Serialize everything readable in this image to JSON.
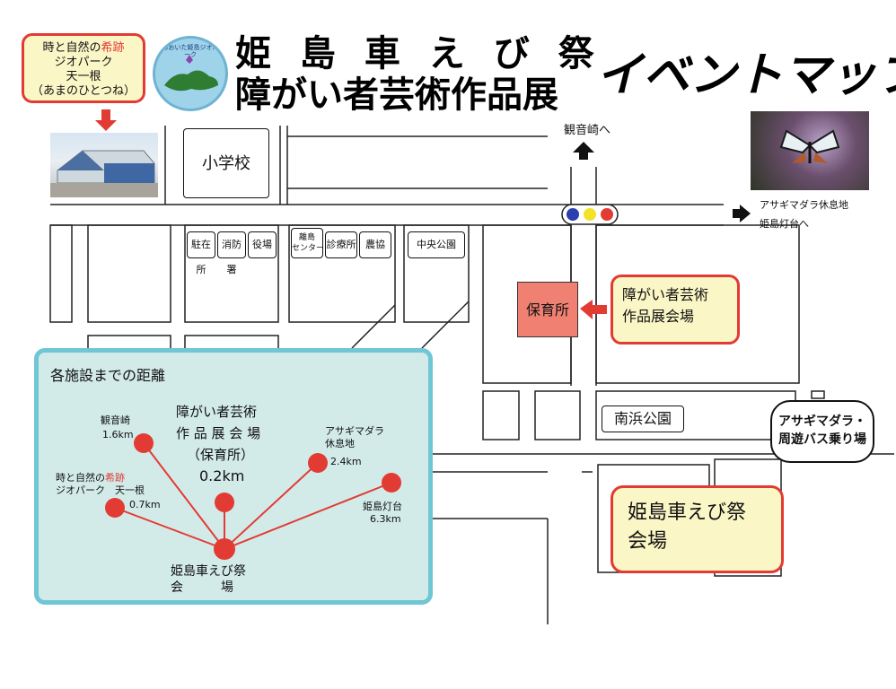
{
  "header": {
    "title_line1": "姫 島 車 え び 祭",
    "title_line2": "障がい者芸術作品展",
    "title_event_map": "イベントマップ",
    "logo_text": "おおいた姫島ジオパーク"
  },
  "callout_top": {
    "line1_pre": "時と自然の",
    "line1_red": "希跡",
    "line2": "ジオパーク",
    "line3": "天一根",
    "line4": "（あまのひとつね）"
  },
  "map": {
    "school": "小学校",
    "kannonzaki_dir": "観音崎へ",
    "asagi_dir": "アサギマダラ休息地",
    "todai_dir": "姫島灯台へ",
    "facilities": [
      "駐在所",
      "消防署",
      "役場"
    ],
    "ritou_center": "離島\nセンター",
    "shinryojo": "診療所",
    "noukyou": "農協",
    "chuo_park": "中央公園",
    "hoikusho": "保育所",
    "art_venue_line1": "障がい者芸術",
    "art_venue_line2": "作品展会場",
    "minami_park": "南浜公園",
    "bus_line1": "アサギマダラ・",
    "bus_line2": "周遊バス乗り場",
    "festival_line1": "姫島車えび祭",
    "festival_line2": "会場"
  },
  "distance_panel": {
    "title": "各施設までの距離",
    "center_line1": "障がい者芸術",
    "center_line2": "作 品 展 会 場",
    "center_line3": "（保育所）",
    "center_dist": "0.2km",
    "kannon_name": "観音崎",
    "kannon_dist": "1.6km",
    "geo_line1_pre": "時と自然の",
    "geo_line1_red": "希跡",
    "geo_line2": "ジオパーク　天一根",
    "geo_dist": "0.7km",
    "asagi_name1": "アサギマダラ",
    "asagi_name2": "休息地",
    "asagi_dist": "2.4km",
    "todai_name": "姫島灯台",
    "todai_dist": "6.3km",
    "origin_line1": "姫島車えび祭",
    "origin_line2": "会　　　場"
  },
  "colors": {
    "accent_red": "#e23b34",
    "callout_bg": "#fbf6c6",
    "panel_bg": "#d2ebe9",
    "panel_border": "#6fc6d4",
    "hoikusho_fill": "#f08072",
    "traffic_blue": "#2b3fae",
    "traffic_yellow": "#f3e227",
    "traffic_red": "#e23b34"
  }
}
